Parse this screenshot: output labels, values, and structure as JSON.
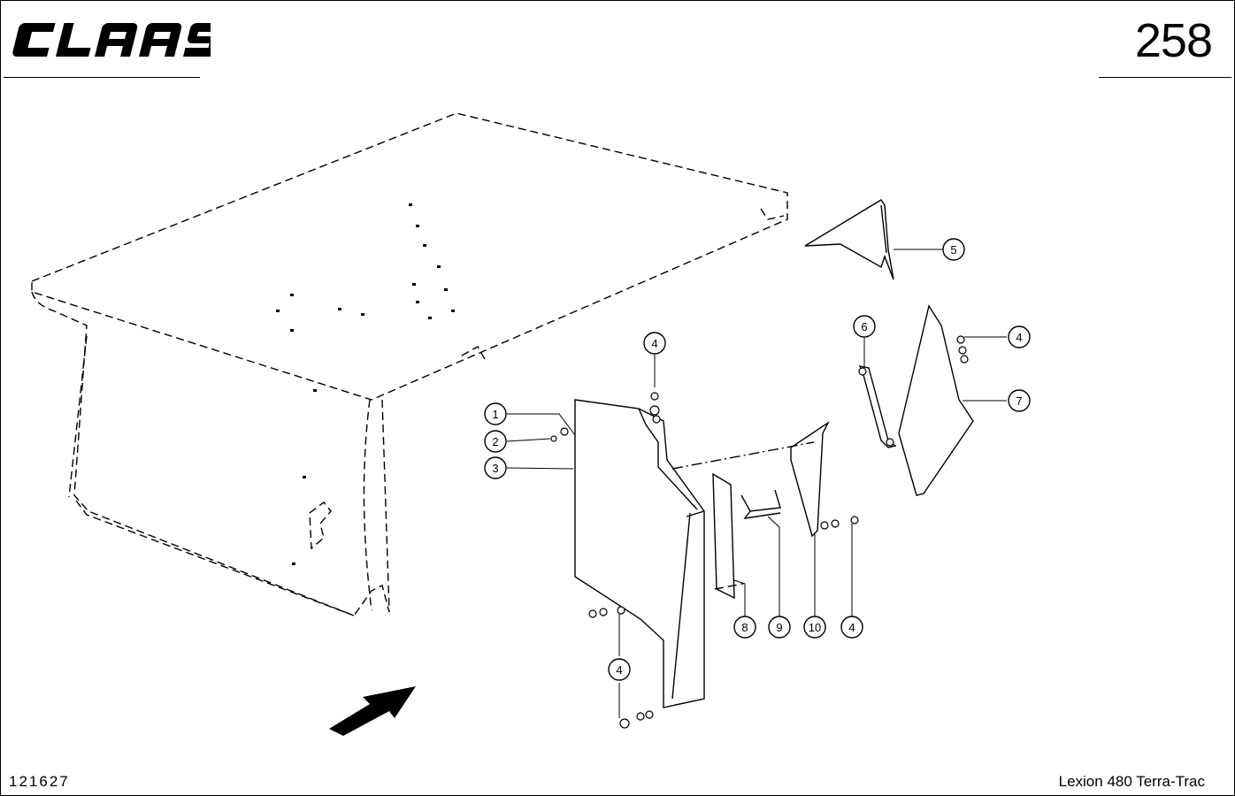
{
  "header": {
    "brand": "CLAAS",
    "page_number": "258"
  },
  "footer": {
    "drawing_id": "121627",
    "model": "Lexion 480 Terra-Trac"
  },
  "callouts": [
    {
      "label": "1"
    },
    {
      "label": "2"
    },
    {
      "label": "3"
    },
    {
      "label": "4"
    },
    {
      "label": "4"
    },
    {
      "label": "4"
    },
    {
      "label": "4"
    },
    {
      "label": "5"
    },
    {
      "label": "6"
    },
    {
      "label": "7"
    },
    {
      "label": "8"
    },
    {
      "label": "9"
    },
    {
      "label": "10"
    }
  ],
  "colors": {
    "ink": "#000000",
    "paper": "#ffffff"
  }
}
